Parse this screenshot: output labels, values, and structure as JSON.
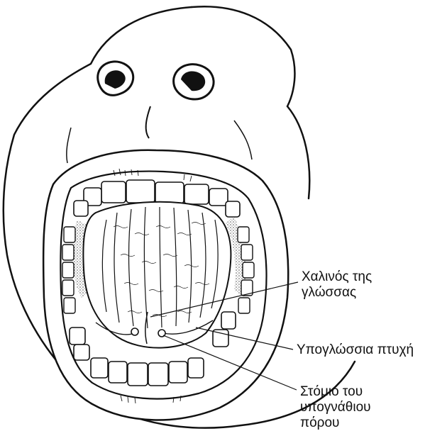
{
  "labels": {
    "frenulum": {
      "line1": "Χαλινός της",
      "line2": "γλώσσας"
    },
    "sublingual_fold": {
      "line1": "Υπογλώσσια πτυχή"
    },
    "duct_opening": {
      "line1": "Στόμιο του",
      "line2": "υπογνάθιου",
      "line3": "πόρου"
    }
  },
  "colors": {
    "ink": "#111111",
    "background": "#ffffff",
    "shading": "#9a9a9a"
  }
}
